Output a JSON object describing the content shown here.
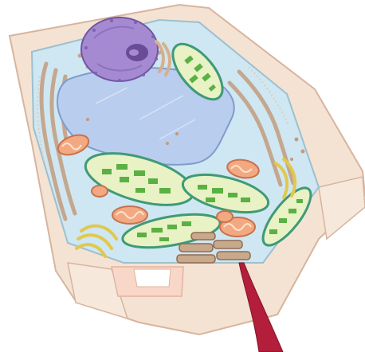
{
  "figure": {
    "subject": "plant cell",
    "labels": [],
    "structures": [
      "cell-wall",
      "cytoplasm",
      "nucleus",
      "central-vacuole",
      "chloroplast",
      "mitochondrion",
      "endoplasmic-reticulum",
      "golgi-apparatus",
      "ribosome",
      "pointer-arrow"
    ],
    "colors": {
      "background": "#ffffff",
      "cell_wall": "#f4e3d3",
      "cell_wall_outline": "#d8b49e",
      "cytoplasm": "#cfe7f2",
      "vacuole": "#b9cdee",
      "vacuole_outline": "#7f9ccc",
      "nucleus": "#a58ad1",
      "nucleolus": "#6a4b97",
      "chloroplast_outer": "#e8f2c5",
      "chloroplast_thylakoid": "#5bb043",
      "chloroplast_stroma_edge": "#3f9a77",
      "mitochondrion": "#f2a982",
      "mitochondrion_inner": "#fde2cc",
      "golgi": "#f4e58c",
      "endoplasmic_reticulum": "#c4a78e",
      "ribosome": "#c49a7a",
      "arrow": "#b31e3a"
    }
  }
}
